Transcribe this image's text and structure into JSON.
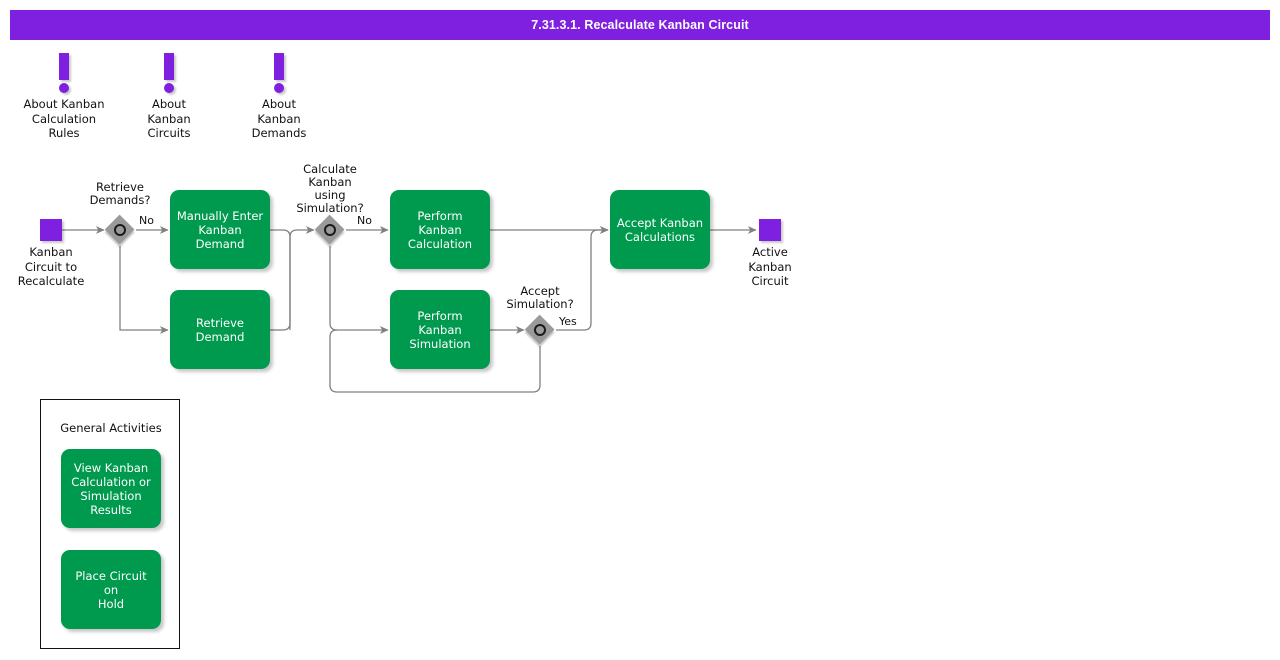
{
  "header": {
    "title": "7.31.3.1. Recalculate Kanban Circuit",
    "bar_color": "#7F1FE0"
  },
  "palette": {
    "task_green": "#009A4E",
    "event_purple": "#7F1FE0",
    "gateway_gray": "#9A9A9A",
    "connector_gray": "#808080",
    "text_black": "#111111"
  },
  "notes": [
    {
      "icon": "exclamation-icon",
      "label": "About Kanban\nCalculation\nRules"
    },
    {
      "icon": "exclamation-icon",
      "label": "About\nKanban\nCircuits"
    },
    {
      "icon": "exclamation-icon",
      "label": "About\nKanban\nDemands"
    }
  ],
  "events": [
    {
      "name": "start-event",
      "label": "Kanban\nCircuit to\nRecalculate"
    },
    {
      "name": "end-event",
      "label": "Active\nKanban\nCircuit"
    }
  ],
  "gateways": [
    {
      "name": "retrieve-demands-gateway",
      "label": "Retrieve\nDemands?",
      "branch": "No"
    },
    {
      "name": "calculate-using-simulation-gateway",
      "label": "Calculate\nKanban\nusing\nSimulation?",
      "branch": "No"
    },
    {
      "name": "accept-simulation-gateway",
      "label": "Accept\nSimulation?",
      "branch": "Yes"
    }
  ],
  "tasks": [
    {
      "name": "manually-enter-kanban-demand",
      "label": "Manually Enter\nKanban Demand"
    },
    {
      "name": "retrieve-demand",
      "label": "Retrieve\nDemand"
    },
    {
      "name": "perform-kanban-calculation",
      "label": "Perform Kanban\nCalculation"
    },
    {
      "name": "perform-kanban-simulation",
      "label": "Perform Kanban\nSimulation"
    },
    {
      "name": "accept-kanban-calculations",
      "label": "Accept Kanban\nCalculations"
    }
  ],
  "legend": {
    "title": "General Activities",
    "items": [
      {
        "name": "view-kanban-calculation-or-simulation-results",
        "label": "View Kanban\nCalculation or\nSimulation\nResults"
      },
      {
        "name": "place-circuit-on-hold",
        "label": "Place Circuit on\nHold"
      }
    ]
  }
}
